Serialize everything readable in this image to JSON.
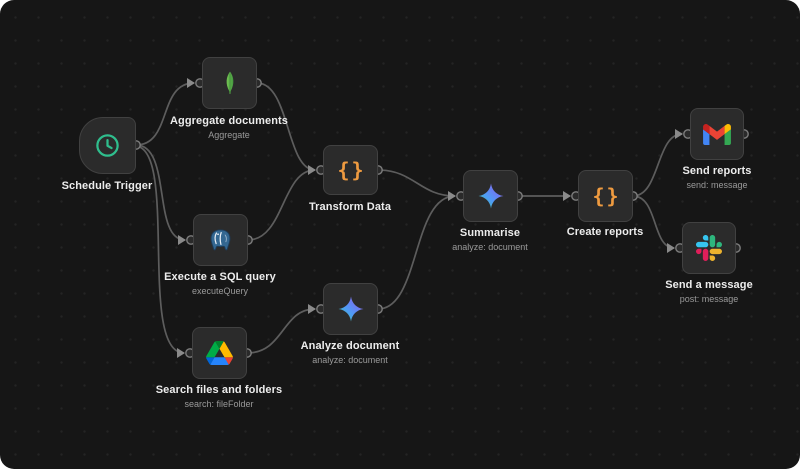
{
  "canvas": {
    "background_color": "#161616",
    "node_color": "#2b2b2b",
    "edge_color": "#5d5d5d",
    "title_color": "#ededed",
    "subtitle_color": "#9a9a9a",
    "accent_colors": {
      "clock_teal": "#2fbe8d",
      "braces_orange": "#ef9b40",
      "mongodb_green": "#5ab54b",
      "postgres_blue": "#336791"
    }
  },
  "icons": {
    "braces_glyph": "{}"
  },
  "nodes": [
    {
      "id": "schedule-trigger",
      "title": "Schedule Trigger",
      "subtitle": "",
      "icon": "clock-icon"
    },
    {
      "id": "aggregate-documents",
      "title": "Aggregate documents",
      "subtitle": "Aggregate",
      "icon": "mongodb-leaf-icon"
    },
    {
      "id": "execute-sql-query",
      "title": "Execute a SQL query",
      "subtitle": "executeQuery",
      "icon": "postgresql-icon"
    },
    {
      "id": "search-files-folders",
      "title": "Search files and folders",
      "subtitle": "search: fileFolder",
      "icon": "google-drive-icon"
    },
    {
      "id": "transform-data",
      "title": "Transform Data",
      "subtitle": "",
      "icon": "code-braces-icon"
    },
    {
      "id": "analyze-document",
      "title": "Analyze document",
      "subtitle": "analyze: document",
      "icon": "gemini-star-icon"
    },
    {
      "id": "summarise",
      "title": "Summarise",
      "subtitle": "analyze: document",
      "icon": "gemini-star-icon"
    },
    {
      "id": "create-reports",
      "title": "Create reports",
      "subtitle": "",
      "icon": "code-braces-icon"
    },
    {
      "id": "send-reports",
      "title": "Send reports",
      "subtitle": "send: message",
      "icon": "gmail-icon"
    },
    {
      "id": "send-a-message",
      "title": "Send a message",
      "subtitle": "post: message",
      "icon": "slack-icon"
    }
  ],
  "connections": [
    {
      "from": "Schedule Trigger",
      "to": "Aggregate documents"
    },
    {
      "from": "Schedule Trigger",
      "to": "Execute a SQL query"
    },
    {
      "from": "Schedule Trigger",
      "to": "Search files and folders"
    },
    {
      "from": "Aggregate documents",
      "to": "Transform Data"
    },
    {
      "from": "Execute a SQL query",
      "to": "Transform Data"
    },
    {
      "from": "Search files and folders",
      "to": "Analyze document"
    },
    {
      "from": "Transform Data",
      "to": "Summarise"
    },
    {
      "from": "Analyze document",
      "to": "Summarise"
    },
    {
      "from": "Summarise",
      "to": "Create reports"
    },
    {
      "from": "Create reports",
      "to": "Send reports"
    },
    {
      "from": "Create reports",
      "to": "Send a message"
    }
  ]
}
